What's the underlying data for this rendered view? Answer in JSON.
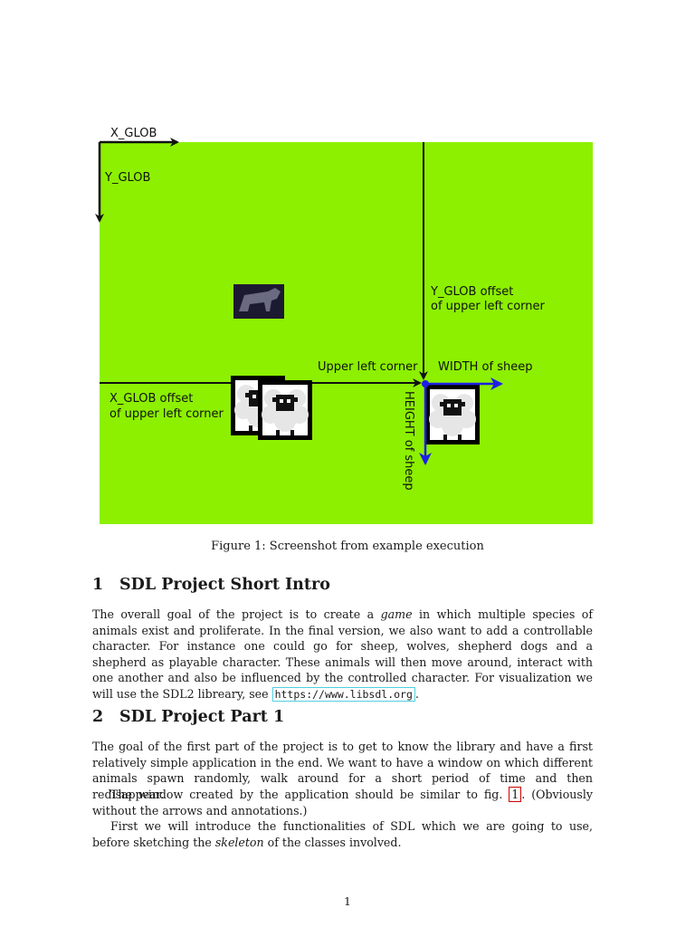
{
  "figure": {
    "labels": {
      "x_glob": "X_GLOB",
      "y_glob": "Y_GLOB",
      "y_offset_line1": "Y_GLOB offset",
      "y_offset_line2": "of upper left corner",
      "upper_left_corner": "Upper left corner",
      "width_of_sheep": "WIDTH of sheep",
      "x_offset_line1": "X_GLOB offset",
      "x_offset_line2": "of upper left corner",
      "height_of_sheep": "HEIGHT of sheep"
    },
    "colors": {
      "field": "#8cf000",
      "annotation_arrow": "#111111",
      "size_arrow": "#1e1ee6",
      "corner_dot": "#1e1ee6"
    },
    "caption": "Figure 1: Screenshot from example execution"
  },
  "section1": {
    "number": "1",
    "title": "SDL Project Short Intro",
    "para_a": "The overall goal of the project is to create a ",
    "para_em": "game",
    "para_b": " in which multiple species of animals exist and proliferate. In the final version, we also want to add a controllable character. For instance one could go for sheep, wolves, shepherd dogs and a shepherd as playable character. These animals will then move around, interact with one another and also be influenced by the controlled character. For visualization we will use the SDL2 libreary, see ",
    "url": "https://www.libsdl.org",
    "para_end": "."
  },
  "section2": {
    "number": "2",
    "title": "SDL Project Part 1",
    "para1": "The goal of the first part of the project is to get to know the library and have a first relatively simple application in the end. We want to have a window on which different animals spawn randomly, walk around for a short period of time and then redisappear.",
    "para2_a": "The window created by the application should be similar to fig. ",
    "para2_ref": "1",
    "para2_b": ". (Obviously without the arrows and annotations.)",
    "para3_a": "First we will introduce the functionalities of SDL which we are going to use, before sketching the ",
    "para3_em": "skeleton",
    "para3_b": " of the classes involved."
  },
  "page_number": "1"
}
